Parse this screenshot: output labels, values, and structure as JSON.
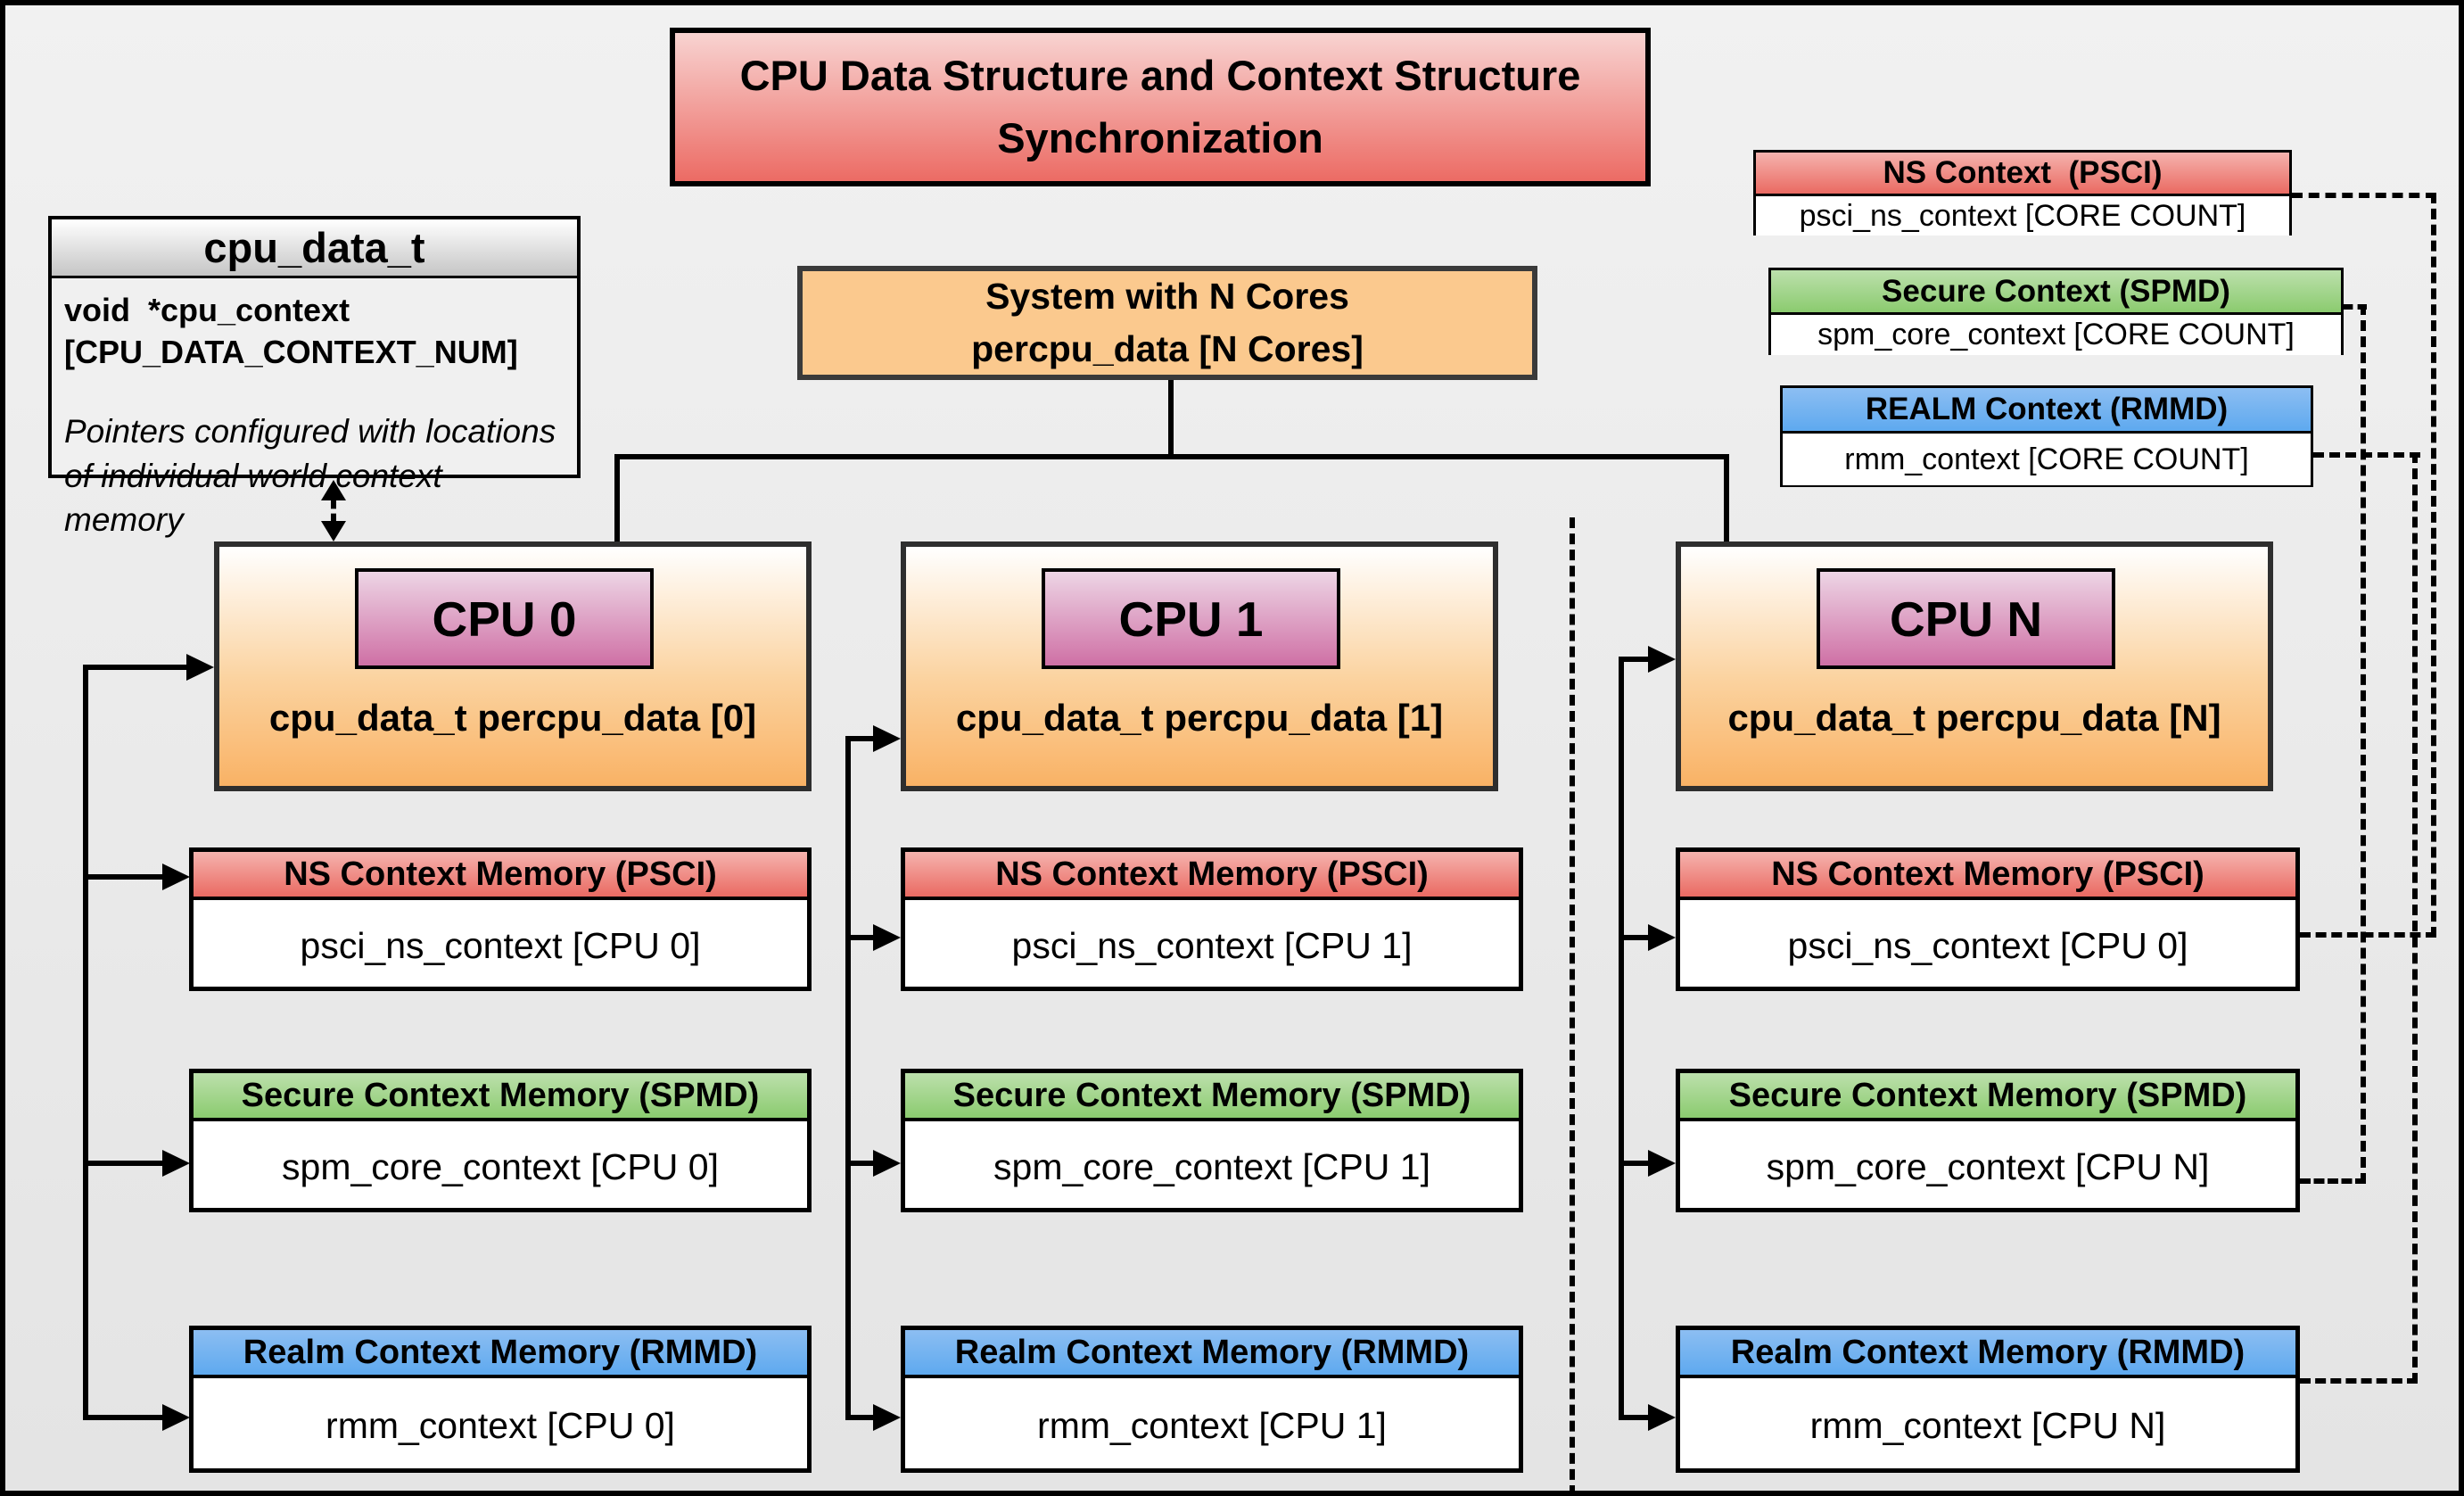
{
  "title": "CPU Data Structure and Context Structure Synchronization",
  "colors": {
    "canvas_bg_top": "#F1F1F1",
    "canvas_bg_bottom": "#E4E4E4",
    "title_top": "#F8D3D1",
    "title_bottom": "#EC6B64",
    "red_top": "#F5B3AE",
    "red_bottom": "#EA6A62",
    "green_top": "#BCE0AC",
    "green_bottom": "#8BCB6F",
    "blue_top": "#8CBEF2",
    "blue_bottom": "#5EA9EF",
    "orange": "#FBC98E",
    "cpu_top": "#FFFFFF",
    "cpu_mid": "#FBD3A0",
    "cpu_bottom": "#F9B265",
    "badge_top": "#EDD5E5",
    "badge_bottom": "#CF70A5",
    "gray_top": "#FFFFFF",
    "gray_bottom": "#C5C5C5"
  },
  "cpu_data_struct": {
    "header": "cpu_data_t",
    "field_line1": "void  *cpu_context",
    "field_line2": "[CPU_DATA_CONTEXT_NUM]",
    "note": "Pointers configured with locations of individual world context memory"
  },
  "system_box": {
    "line1": "System with N Cores",
    "line2": "percpu_data [N Cores]"
  },
  "legend": [
    {
      "header": "NS Context  (PSCI)",
      "body": "psci_ns_context [CORE COUNT]"
    },
    {
      "header": "Secure Context (SPMD)",
      "body": "spm_core_context [CORE COUNT]"
    },
    {
      "header": "REALM Context (RMMD)",
      "body": "rmm_context [CORE COUNT]"
    }
  ],
  "cpus": [
    {
      "label": "CPU 0",
      "data_label": "cpu_data_t percpu_data [0]",
      "contexts": [
        {
          "header": "NS Context Memory (PSCI)",
          "body": "psci_ns_context [CPU 0]"
        },
        {
          "header": "Secure Context Memory (SPMD)",
          "body": "spm_core_context [CPU 0]"
        },
        {
          "header": "Realm Context Memory (RMMD)",
          "body": "rmm_context [CPU 0]"
        }
      ]
    },
    {
      "label": "CPU 1",
      "data_label": "cpu_data_t percpu_data [1]",
      "contexts": [
        {
          "header": "NS Context Memory (PSCI)",
          "body": "psci_ns_context [CPU 1]"
        },
        {
          "header": "Secure Context Memory (SPMD)",
          "body": "spm_core_context [CPU 1]"
        },
        {
          "header": "Realm Context Memory (RMMD)",
          "body": "rmm_context [CPU 1]"
        }
      ]
    },
    {
      "label": "CPU N",
      "data_label": "cpu_data_t percpu_data [N]",
      "contexts": [
        {
          "header": "NS Context Memory (PSCI)",
          "body": "psci_ns_context [CPU 0]"
        },
        {
          "header": "Secure Context Memory (SPMD)",
          "body": "spm_core_context [CPU N]"
        },
        {
          "header": "Realm Context Memory (RMMD)",
          "body": "rmm_context [CPU N]"
        }
      ]
    }
  ]
}
